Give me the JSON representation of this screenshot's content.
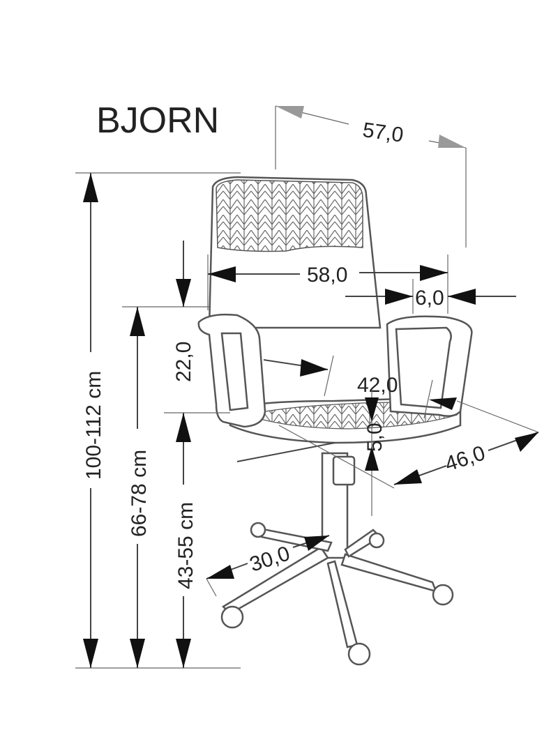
{
  "title": "BJORN",
  "dimensions": {
    "depth_total": "57,0",
    "width": "58,0",
    "armrest_width": "6,0",
    "backrest_height": "22,0",
    "seat_width": "42,0",
    "seat_thickness": "5,0",
    "seat_depth": "46,0",
    "base_radius": "30,0",
    "height_total": "100-112 cm",
    "armrest_height": "66-78 cm",
    "seat_height": "43-55 cm"
  }
}
